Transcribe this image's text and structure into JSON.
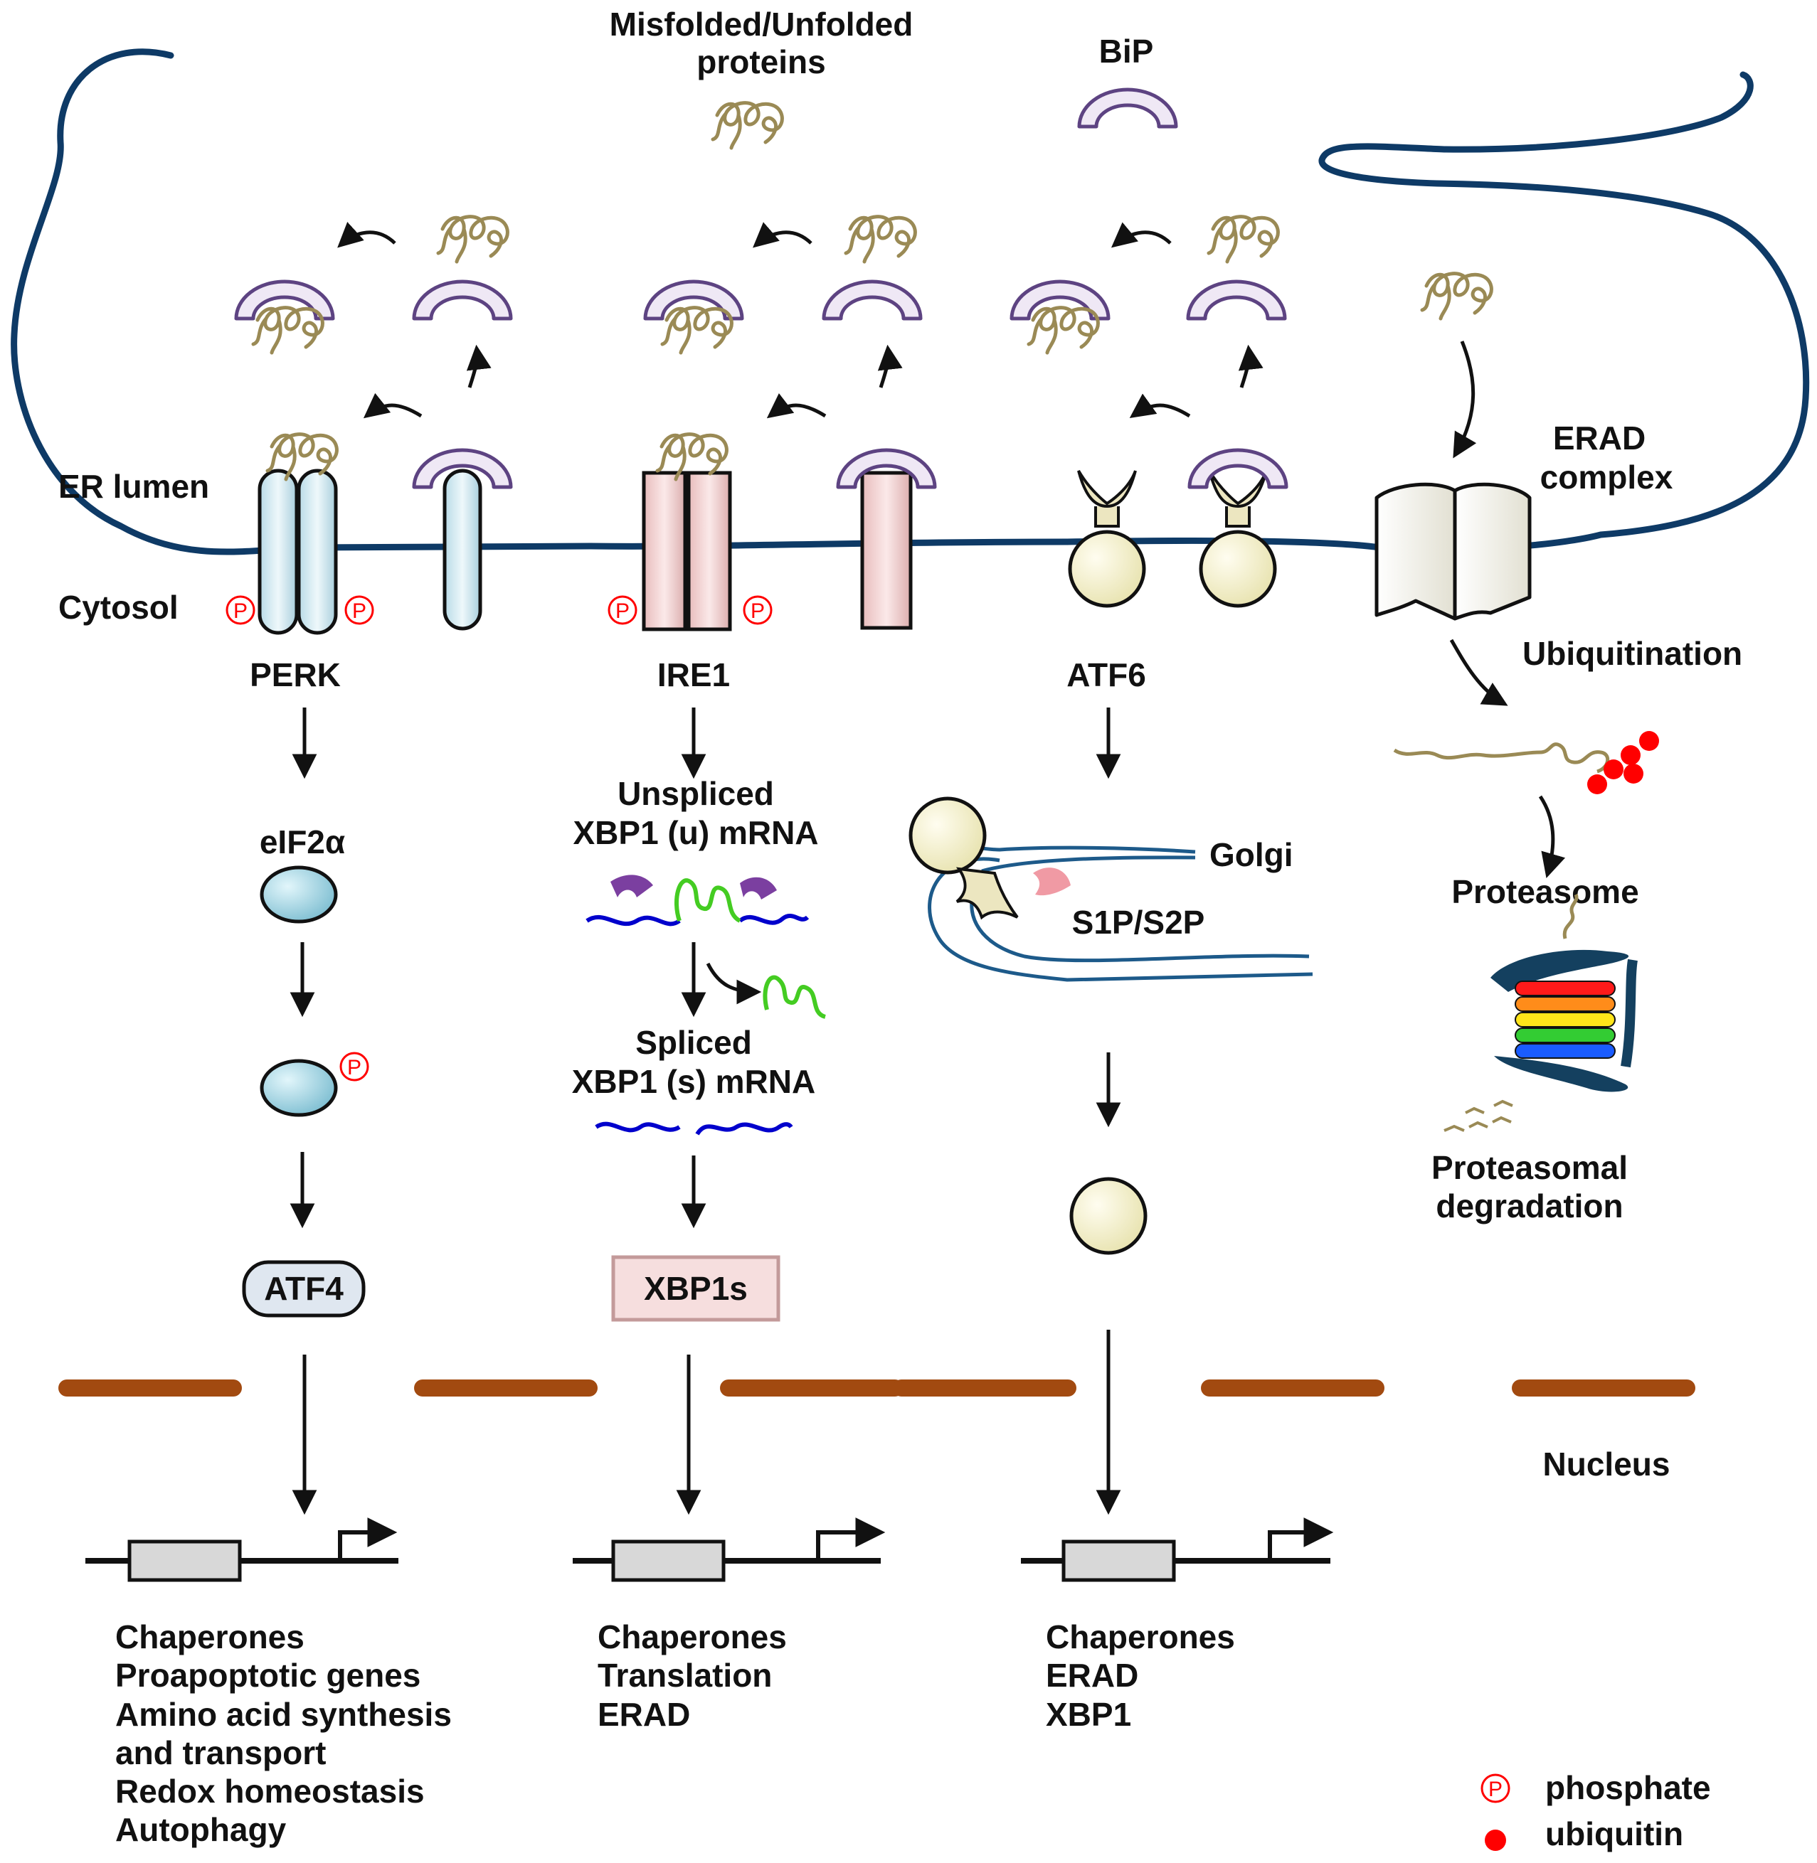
{
  "compartments": {
    "er_lumen": "ER lumen",
    "cytosol": "Cytosol",
    "nucleus": "Nucleus",
    "golgi": "Golgi"
  },
  "top": {
    "misfolded_line1": "Misfolded/Unfolded",
    "misfolded_line2": "proteins",
    "bip": "BiP"
  },
  "sensors": {
    "perk": "PERK",
    "ire1": "IRE1",
    "atf6": "ATF6",
    "erad_line1": "ERAD",
    "erad_line2": "complex"
  },
  "perk_branch": {
    "eif2a": "eIF2α",
    "atf4": "ATF4",
    "outputs": [
      "Chaperones",
      "Proapoptotic genes",
      "Amino acid synthesis",
      "and transport",
      "Redox homeostasis",
      "Autophagy"
    ]
  },
  "ire1_branch": {
    "unspliced_line1": "Unspliced",
    "unspliced_line2": "XBP1 (u) mRNA",
    "spliced_line1": "Spliced",
    "spliced_line2": "XBP1 (s) mRNA",
    "xbp1s": "XBP1s",
    "outputs": [
      "Chaperones",
      "Translation",
      "ERAD"
    ]
  },
  "atf6_branch": {
    "protease": "S1P/S2P",
    "outputs": [
      "Chaperones",
      "ERAD",
      "XBP1"
    ]
  },
  "erad_branch": {
    "ubiquitination": "Ubiquitination",
    "proteasome": "Proteasome",
    "degradation_line1": "Proteasomal",
    "degradation_line2": "degradation"
  },
  "legend": {
    "phosphate_symbol": "P",
    "phosphate": "phosphate",
    "ubiquitin": "ubiquitin"
  },
  "colors": {
    "membrane": "#0e3a66",
    "bip": "#6b4f8f",
    "misfolded_protein": "#9a8a55",
    "perk_fill": "#d6ecf3",
    "ire1_fill": "#f5d6d6",
    "atf6_fill": "#f7f3c8",
    "erad_fill": "#f3f2e8",
    "nuclear_envelope": "#a24a10",
    "phosphate": "#ff0000",
    "ubiquitin": "#ff0000",
    "mrna": "#0000cc",
    "intron": "#44cc22"
  }
}
